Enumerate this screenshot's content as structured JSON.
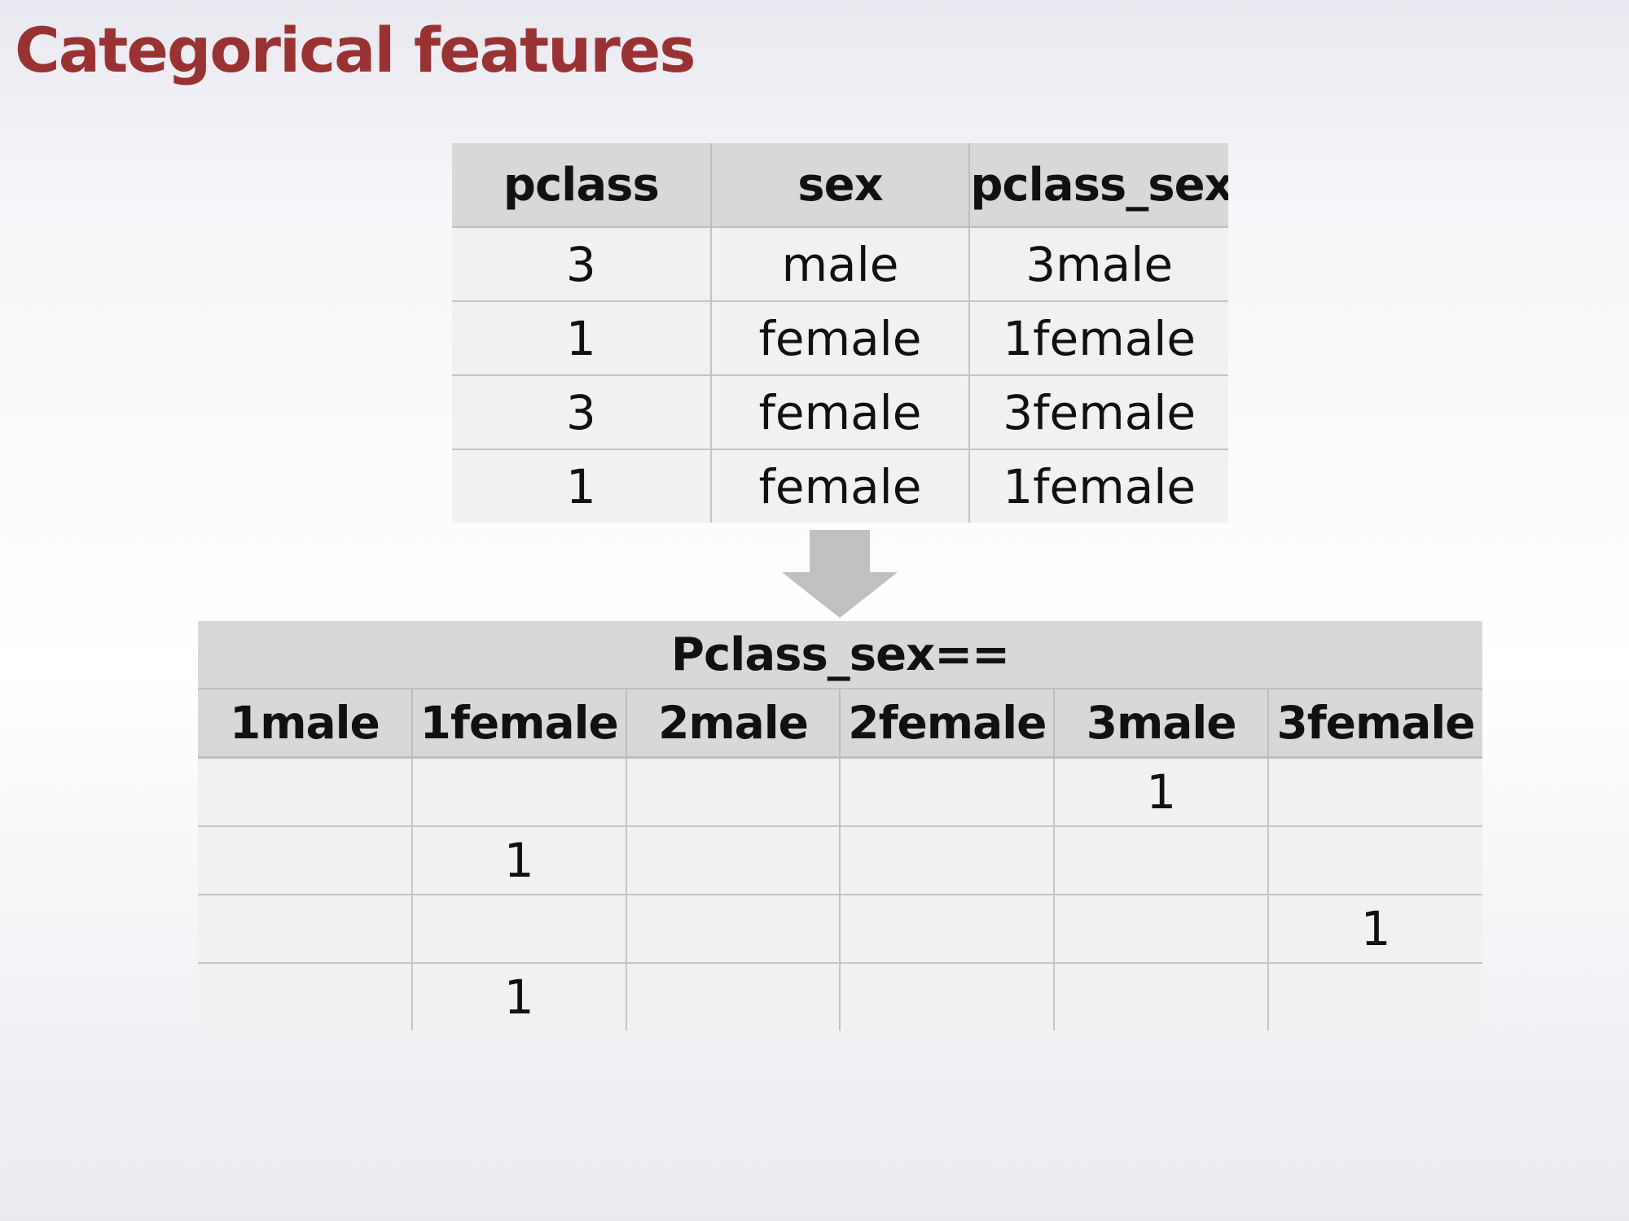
{
  "slide": {
    "title": "Categorical features",
    "title_color": "#993333"
  },
  "source_table": {
    "headers": [
      "pclass",
      "sex",
      "pclass_sex"
    ],
    "rows": [
      [
        "3",
        "male",
        "3male"
      ],
      [
        "1",
        "female",
        "1female"
      ],
      [
        "3",
        "female",
        "3female"
      ],
      [
        "1",
        "female",
        "1female"
      ]
    ]
  },
  "arrow": {
    "icon": "down-arrow-icon",
    "color": "#c0c0c0"
  },
  "encoded_table": {
    "group_header": "Pclass_sex==",
    "headers": [
      "1male",
      "1female",
      "2male",
      "2female",
      "3male",
      "3female"
    ],
    "rows": [
      [
        "",
        "",
        "",
        "",
        "1",
        ""
      ],
      [
        "",
        "1",
        "",
        "",
        "",
        ""
      ],
      [
        "",
        "",
        "",
        "",
        "",
        "1"
      ],
      [
        "",
        "1",
        "",
        "",
        "",
        ""
      ]
    ]
  }
}
